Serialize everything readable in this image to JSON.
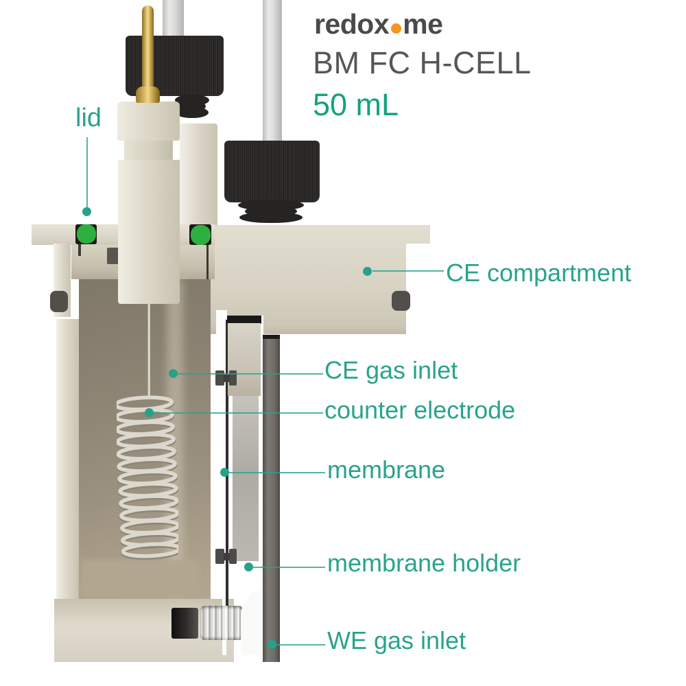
{
  "brand": {
    "prefix": "redox",
    "suffix": "me",
    "dot_color": "#f7941e",
    "text_color": "#4a4a48"
  },
  "product": {
    "title": "BM FC H-CELL",
    "volume": "50 mL",
    "title_color": "#54565a",
    "volume_color": "#13a37c"
  },
  "labels": {
    "color": "#2aa38c",
    "lid": "lid",
    "ce_compartment": "CE compartment",
    "ce_gas_inlet": "CE gas inlet",
    "counter_electrode": "counter electrode",
    "membrane": "membrane",
    "membrane_holder": "membrane holder",
    "we_gas_inlet": "WE gas inlet"
  },
  "colors": {
    "body_cream": "#d8d3c4",
    "cavity_taupe": "#958c7b",
    "oring_green": "#2db040",
    "gold_pin": "#d4b258",
    "cap_black": "#2a2827",
    "tube_gray": "#d6d6d4",
    "we_tube_gray": "#6e6a65",
    "accent_teal": "#2aa38c",
    "logo_orange": "#f7941e"
  }
}
